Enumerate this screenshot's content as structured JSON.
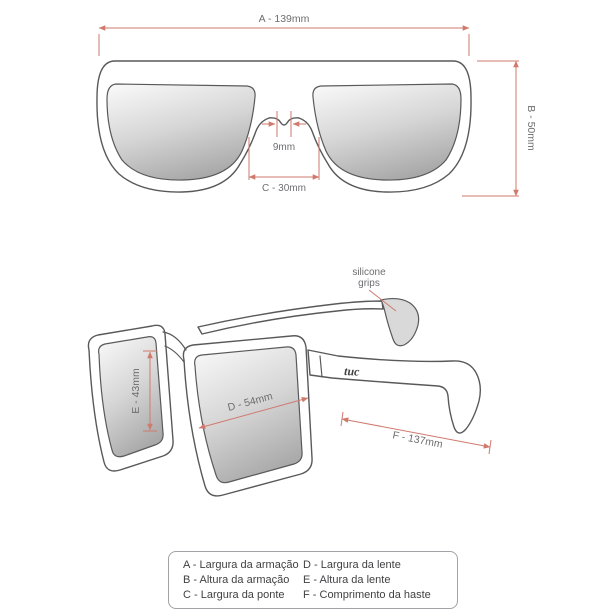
{
  "colors": {
    "annotation_line": "#cf7a6d",
    "annotation_text": "#6d6e71",
    "frame_outline": "#58595b",
    "legend_text": "#414042",
    "legend_border": "#a0a2a5"
  },
  "front_view": {
    "dim_a": "A - 139mm",
    "dim_b": "B - 50mm",
    "dim_bridge": "9mm",
    "dim_c": "C - 30mm"
  },
  "side_view": {
    "silicone_line1": "silicone",
    "silicone_line2": "grips",
    "dim_d": "D - 54mm",
    "dim_e": "E - 43mm",
    "dim_f": "F - 137mm",
    "brand": "tuc"
  },
  "legend": {
    "left": [
      "A - Largura da armação",
      "B - Altura da armação",
      "C - Largura da ponte"
    ],
    "right": [
      "D - Largura da lente",
      "E - Altura da lente",
      "F - Comprimento da haste"
    ]
  }
}
